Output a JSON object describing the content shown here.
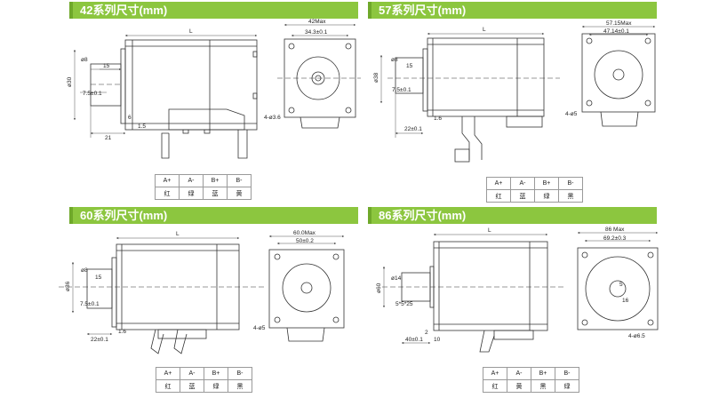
{
  "sections": [
    {
      "title": "42系列尺寸(mm)",
      "dims": {
        "length": "L",
        "height": "ø30",
        "shaft_dia": "ø8",
        "flat_len": "15",
        "flat_depth": "7.5±0.1",
        "step1": "6",
        "step2": "1.5",
        "shaft_len": "21",
        "face_max": "42Max",
        "hole_pitch": "34.3±0.1",
        "mount_holes": "4-ø3.6"
      },
      "wire_table": {
        "pins": [
          "A+",
          "A-",
          "B+",
          "B-"
        ],
        "colors": [
          "红",
          "绿",
          "蓝",
          "黄"
        ]
      }
    },
    {
      "title": "57系列尺寸(mm)",
      "dims": {
        "length": "L",
        "height": "ø38",
        "shaft_dia": "ø8",
        "flat_len": "15",
        "flat_depth": "7.5±0.1",
        "step": "1.6",
        "shaft_len": "22±0.1",
        "face_max": "57.15Max",
        "hole_pitch": "47.14±0.1",
        "mount_holes": "4-ø5"
      },
      "wire_table": {
        "pins": [
          "A+",
          "A-",
          "B+",
          "B-"
        ],
        "colors": [
          "红",
          "蓝",
          "绿",
          "黑"
        ]
      }
    },
    {
      "title": "60系列尺寸(mm)",
      "dims": {
        "length": "L",
        "height": "ø36",
        "shaft_dia": "ø8",
        "flat_len": "15",
        "flat_depth": "7.5±0.1",
        "step": "1.6",
        "shaft_len": "22±0.1",
        "face_max": "60.0Max",
        "hole_pitch": "50±0.2",
        "mount_holes": "4-ø5"
      },
      "wire_table": {
        "pins": [
          "A+",
          "A-",
          "B+",
          "B-"
        ],
        "colors": [
          "红",
          "蓝",
          "绿",
          "黑"
        ]
      }
    },
    {
      "title": "86系列尺寸(mm)",
      "dims": {
        "length": "L",
        "height": "ø60",
        "shaft_dia": "ø14",
        "key": "5*5*25",
        "step1": "2",
        "step2": "10",
        "shaft_len": "40±0.1",
        "face_max": "86 Max",
        "hole_pitch": "69.2±0.3",
        "key_h": "5",
        "key_d": "16",
        "mount_holes": "4-ø6.5"
      },
      "wire_table": {
        "pins": [
          "A+",
          "A-",
          "B+",
          "B-"
        ],
        "colors": [
          "红",
          "黄",
          "黑",
          "绿"
        ]
      }
    }
  ],
  "colors": {
    "banner": "#8cc63f",
    "line": "#333333",
    "dim": "#555555"
  }
}
